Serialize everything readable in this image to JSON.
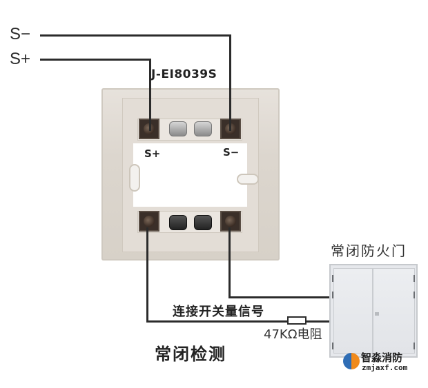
{
  "signal_lines": {
    "s_minus_label": "S−",
    "s_plus_label": "S+"
  },
  "module": {
    "model": "J-EI8039S",
    "terminals": {
      "top_left": "S+",
      "top_right": "S−"
    }
  },
  "connection": {
    "switch_signal_label": "连接开关量信号",
    "resistor_label": "47KΩ电阻",
    "mode_label": "常闭检测"
  },
  "door": {
    "title": "常闭防火门"
  },
  "watermark": {
    "name": "智淼消防",
    "url": "zmjaxf.com"
  },
  "colors": {
    "wire": "#2b2b2b",
    "base_plate": "#ddd7cf",
    "door_fill": "#e6e8ec",
    "logo_orange": "#f08a1c",
    "logo_blue": "#2f6db5"
  }
}
